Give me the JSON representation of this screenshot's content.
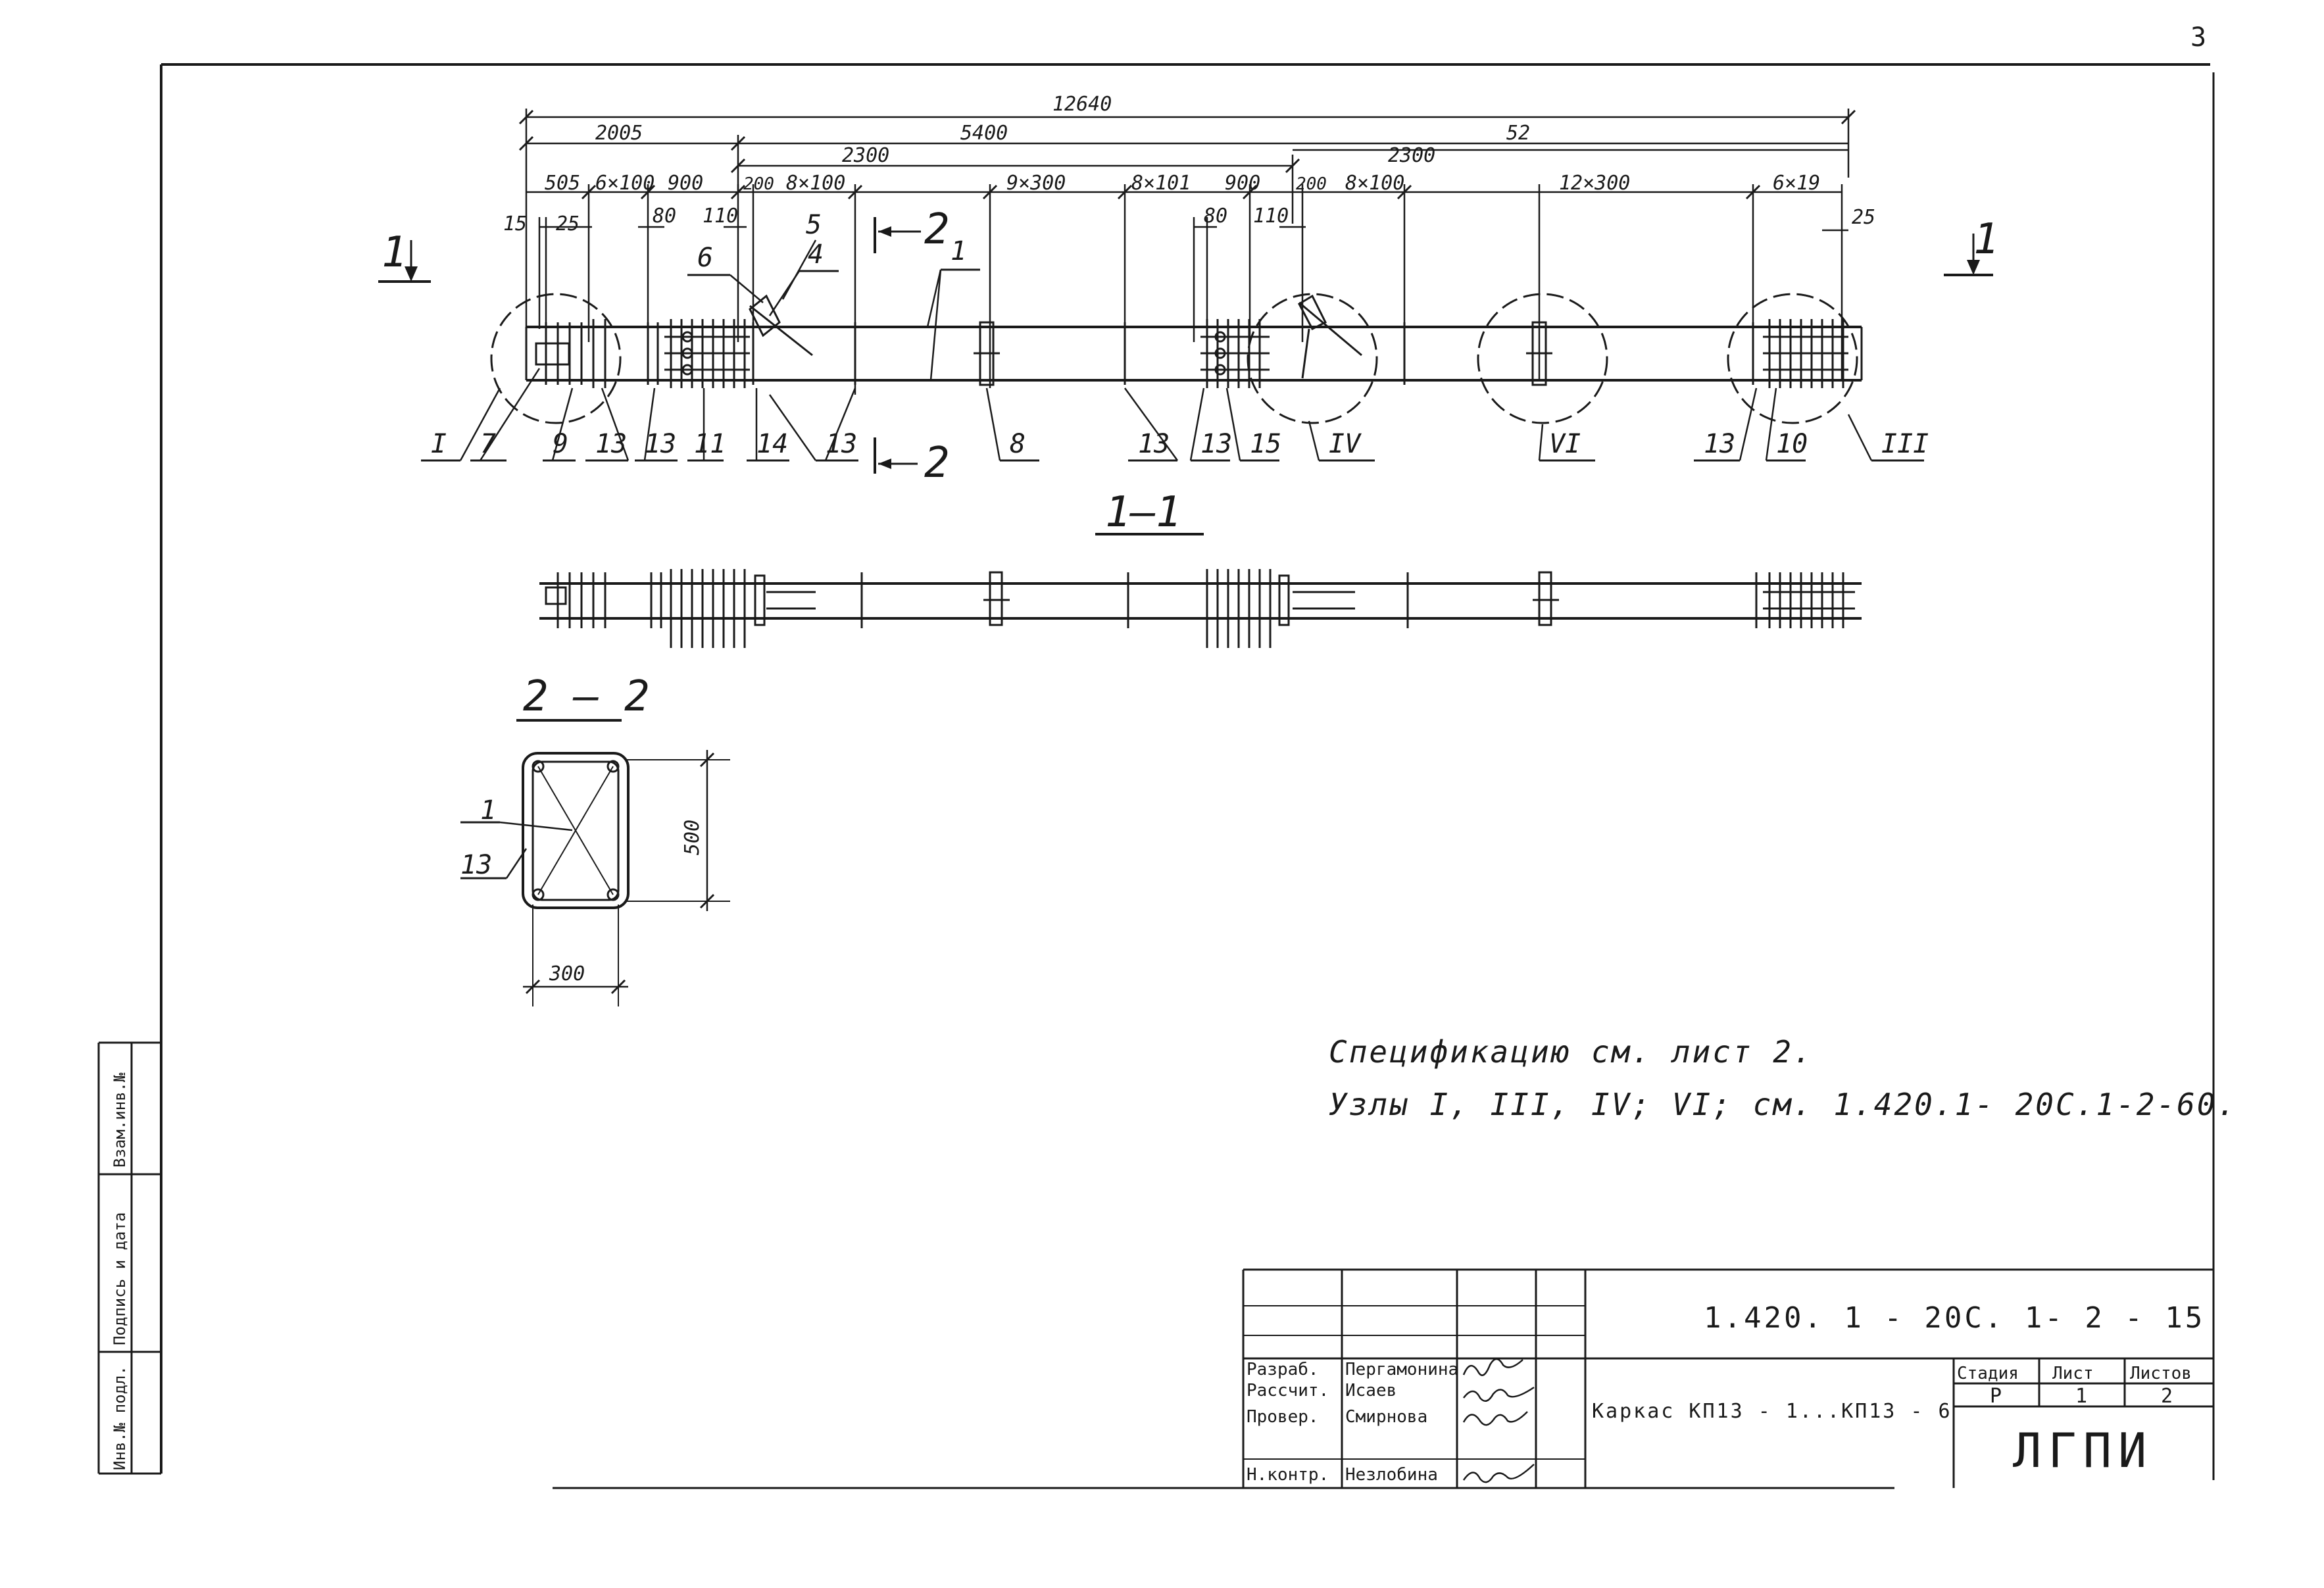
{
  "page_number": "3",
  "dimensions": {
    "overall": "12640",
    "d_2005": "2005",
    "d_5400": "5400",
    "d_right_top": "52",
    "d_2300_a": "2300",
    "d_2300_b": "2300",
    "row": [
      "505",
      "6×100",
      "900",
      "200",
      "8×100",
      "9×300",
      "8×101",
      "900",
      "200",
      "8×100",
      "12×300",
      "6×19"
    ],
    "small": [
      "15",
      "25",
      "80",
      "110",
      "80",
      "110",
      "25"
    ]
  },
  "section_marks": {
    "one_left": "1",
    "one_right": "1",
    "two_top": "2",
    "two_bottom": "2"
  },
  "callouts": [
    "6",
    "5",
    "4",
    "1"
  ],
  "bottom_labels": [
    "I",
    "7",
    "9",
    "13",
    "13",
    "11",
    "14",
    "13",
    "8",
    "13",
    "13",
    "15",
    "IV",
    "VI",
    "13",
    "10",
    "III"
  ],
  "section_titles": {
    "s11": "1—1",
    "s22": "2 — 2"
  },
  "section22": {
    "label_1": "1",
    "label_13": "13",
    "height": "500",
    "width": "300"
  },
  "notes": {
    "line1": "Спецификацию  см.  лист 2.",
    "line2": "Узлы I, III, IV; VI; см. 1.420.1- 20С.1-2-60."
  },
  "title_block": {
    "code": "1.420. 1 - 20С. 1- 2 - 15",
    "title": "Каркас КП13 - 1...КП13 - 6",
    "org": "ЛГПИ",
    "stage_label": "Стадия",
    "sheet_label": "Лист",
    "sheets_label": "Листов",
    "stage": "Р",
    "sheet": "1",
    "sheets": "2",
    "rows": [
      {
        "role": "Разраб.",
        "name": "Пергамонина"
      },
      {
        "role": "Рассчит.",
        "name": "Исаев"
      },
      {
        "role": "Провер.",
        "name": "Смирнова"
      },
      {
        "role": "Н.контр.",
        "name": "Незлобина"
      }
    ]
  },
  "side_stamps": [
    "Инв.№ подл.",
    "Подпись и дата",
    "Взам.инв.№"
  ]
}
